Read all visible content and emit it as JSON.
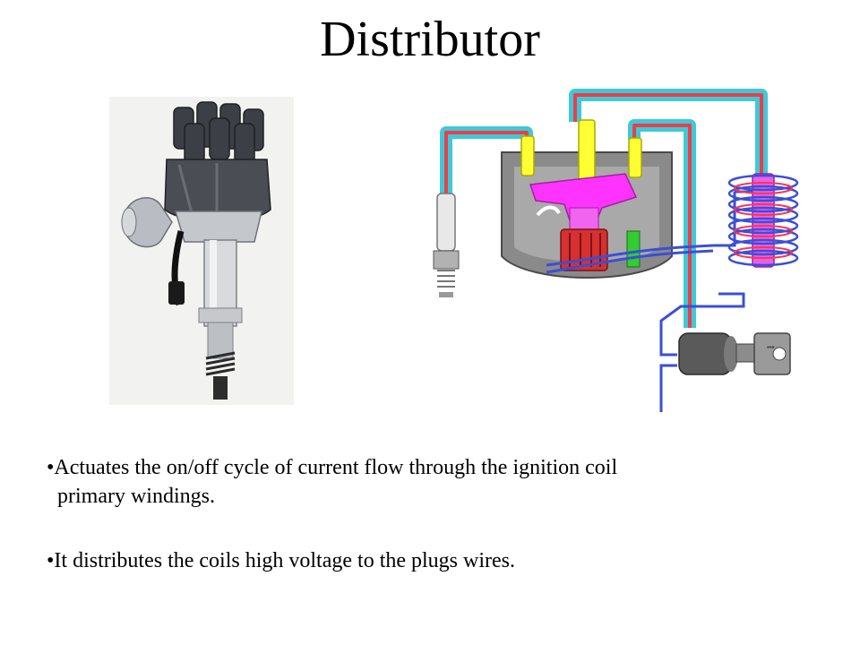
{
  "slide": {
    "title": "Distributor"
  },
  "figures": {
    "photo_icon": "distributor-photo-icon",
    "diagram_icon": "ignition-system-diagram-icon",
    "diagram_colors": {
      "cap": "#8a8a8a",
      "rotor": "#ff33ff",
      "spark_wire": "#e8404a",
      "primary_wire": "#3b4fd6",
      "insulation": "#40c8d8",
      "terminals": "#ffff33",
      "reluctor": "#d63030",
      "pickup": "#33cc33"
    }
  },
  "bullets": [
    {
      "marker": "•",
      "line1": "Actuates the on/off cycle of current flow through the ignition coil",
      "line2": "primary windings."
    },
    {
      "marker": "•",
      "line1": "It distributes the coils high voltage to the plugs wires."
    }
  ]
}
